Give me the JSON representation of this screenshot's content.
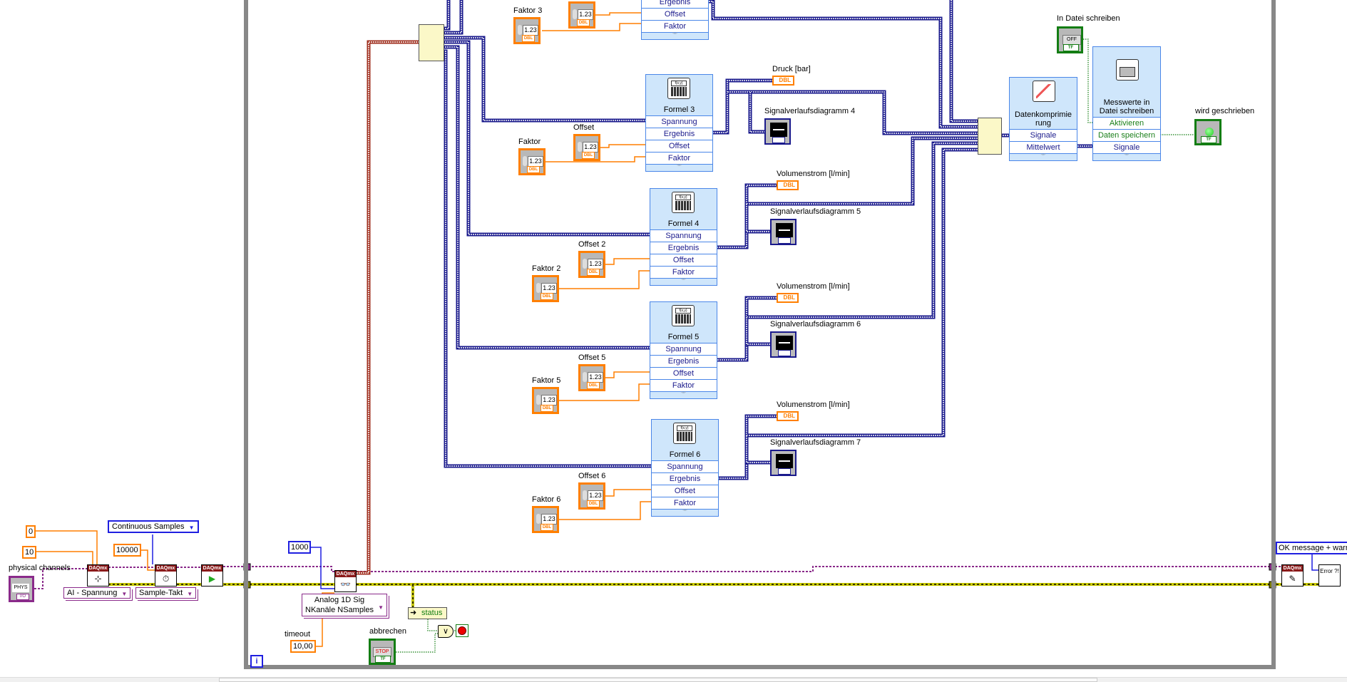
{
  "formula_blocks": [
    {
      "title": "",
      "rows": [
        "Ergebnis",
        "Offset",
        "Faktor"
      ]
    },
    {
      "title": "Formel 3",
      "rows": [
        "Spannung",
        "Ergebnis",
        "Offset",
        "Faktor"
      ]
    },
    {
      "title": "Formel 4",
      "rows": [
        "Spannung",
        "Ergebnis",
        "Offset",
        "Faktor"
      ]
    },
    {
      "title": "Formel 5",
      "rows": [
        "Spannung",
        "Ergebnis",
        "Offset",
        "Faktor"
      ]
    },
    {
      "title": "Formel 6",
      "rows": [
        "Spannung",
        "Ergebnis",
        "Offset",
        "Faktor"
      ]
    }
  ],
  "formula_icon_text": "f(x,y)",
  "numeric_controls": [
    {
      "label": "Faktor 3",
      "value": "1.23",
      "type": "DBL"
    },
    {
      "label": "",
      "value": "1.23",
      "type": "DBL"
    },
    {
      "label": "Offset",
      "value": "1.23",
      "type": "DBL"
    },
    {
      "label": "Faktor",
      "value": "1.23",
      "type": "DBL"
    },
    {
      "label": "Offset 2",
      "value": "1.23",
      "type": "DBL"
    },
    {
      "label": "Faktor 2",
      "value": "1.23",
      "type": "DBL"
    },
    {
      "label": "Offset 5",
      "value": "1.23",
      "type": "DBL"
    },
    {
      "label": "Faktor 5",
      "value": "1.23",
      "type": "DBL"
    },
    {
      "label": "Offset 6",
      "value": "1.23",
      "type": "DBL"
    },
    {
      "label": "Faktor 6",
      "value": "1.23",
      "type": "DBL"
    }
  ],
  "numeric_indicators": [
    {
      "label": "Druck [bar]",
      "type": "DBL"
    },
    {
      "label": "Volumenstrom [l/min]",
      "type": "DBL"
    },
    {
      "label": "Volumenstrom [l/min]",
      "type": "DBL"
    },
    {
      "label": "Volumenstrom [l/min]",
      "type": "DBL"
    }
  ],
  "waveform_charts": [
    {
      "label": "Signalverlaufsdiagramm 4"
    },
    {
      "label": "Signalverlaufsdiagramm 5"
    },
    {
      "label": "Signalverlaufsdiagramm 6"
    },
    {
      "label": "Signalverlaufsdiagramm 7"
    }
  ],
  "express_vis": {
    "compress": {
      "title": "Datenkomprimierung",
      "rows": [
        "Signale",
        "Mittelwert"
      ]
    },
    "write_file": {
      "title": "Messwerte in Datei schreiben",
      "rows": [
        "Aktivieren",
        "Daten speichern",
        "Signale"
      ]
    }
  },
  "write_toggle": {
    "label": "In Datei schreiben",
    "text": "OFF",
    "type": "TF"
  },
  "write_led": {
    "label": "wird geschrieben",
    "type": "TF",
    "color": "#22cc22"
  },
  "setup": {
    "const_min": "0",
    "const_max": "10",
    "physical_channels_label": "physical channels",
    "physical_channels_text": "PHYS",
    "physical_channels_type": "I/O",
    "channel_type": "AI - Spannung",
    "sample_mode": "Continuous Samples",
    "sample_rate": "10000",
    "timing_type": "Sample-Takt",
    "daqmx_header": "DAQmx"
  },
  "loop": {
    "samples_per_channel": "1000",
    "read_mode": "Analog 1D Sig NKanäle NSamples",
    "timeout_label": "timeout",
    "timeout_value": "10,00",
    "status_label": "status",
    "stop_label": "abbrechen",
    "stop_text": "STOP",
    "stop_type": "TF",
    "or_symbol": "∨",
    "iteration_symbol": "i"
  },
  "cleanup": {
    "error_dialog_mode": "OK message + warnings",
    "error_text": "Error ?!"
  },
  "colors": {
    "numeric_wire": "#ff7f00",
    "signal_wire": "#1a1a8c",
    "error_wire": "#c8c800",
    "task_wire": "#8a2a8a",
    "boolean_wire": "#137d13",
    "loop_frame": "#888888"
  }
}
